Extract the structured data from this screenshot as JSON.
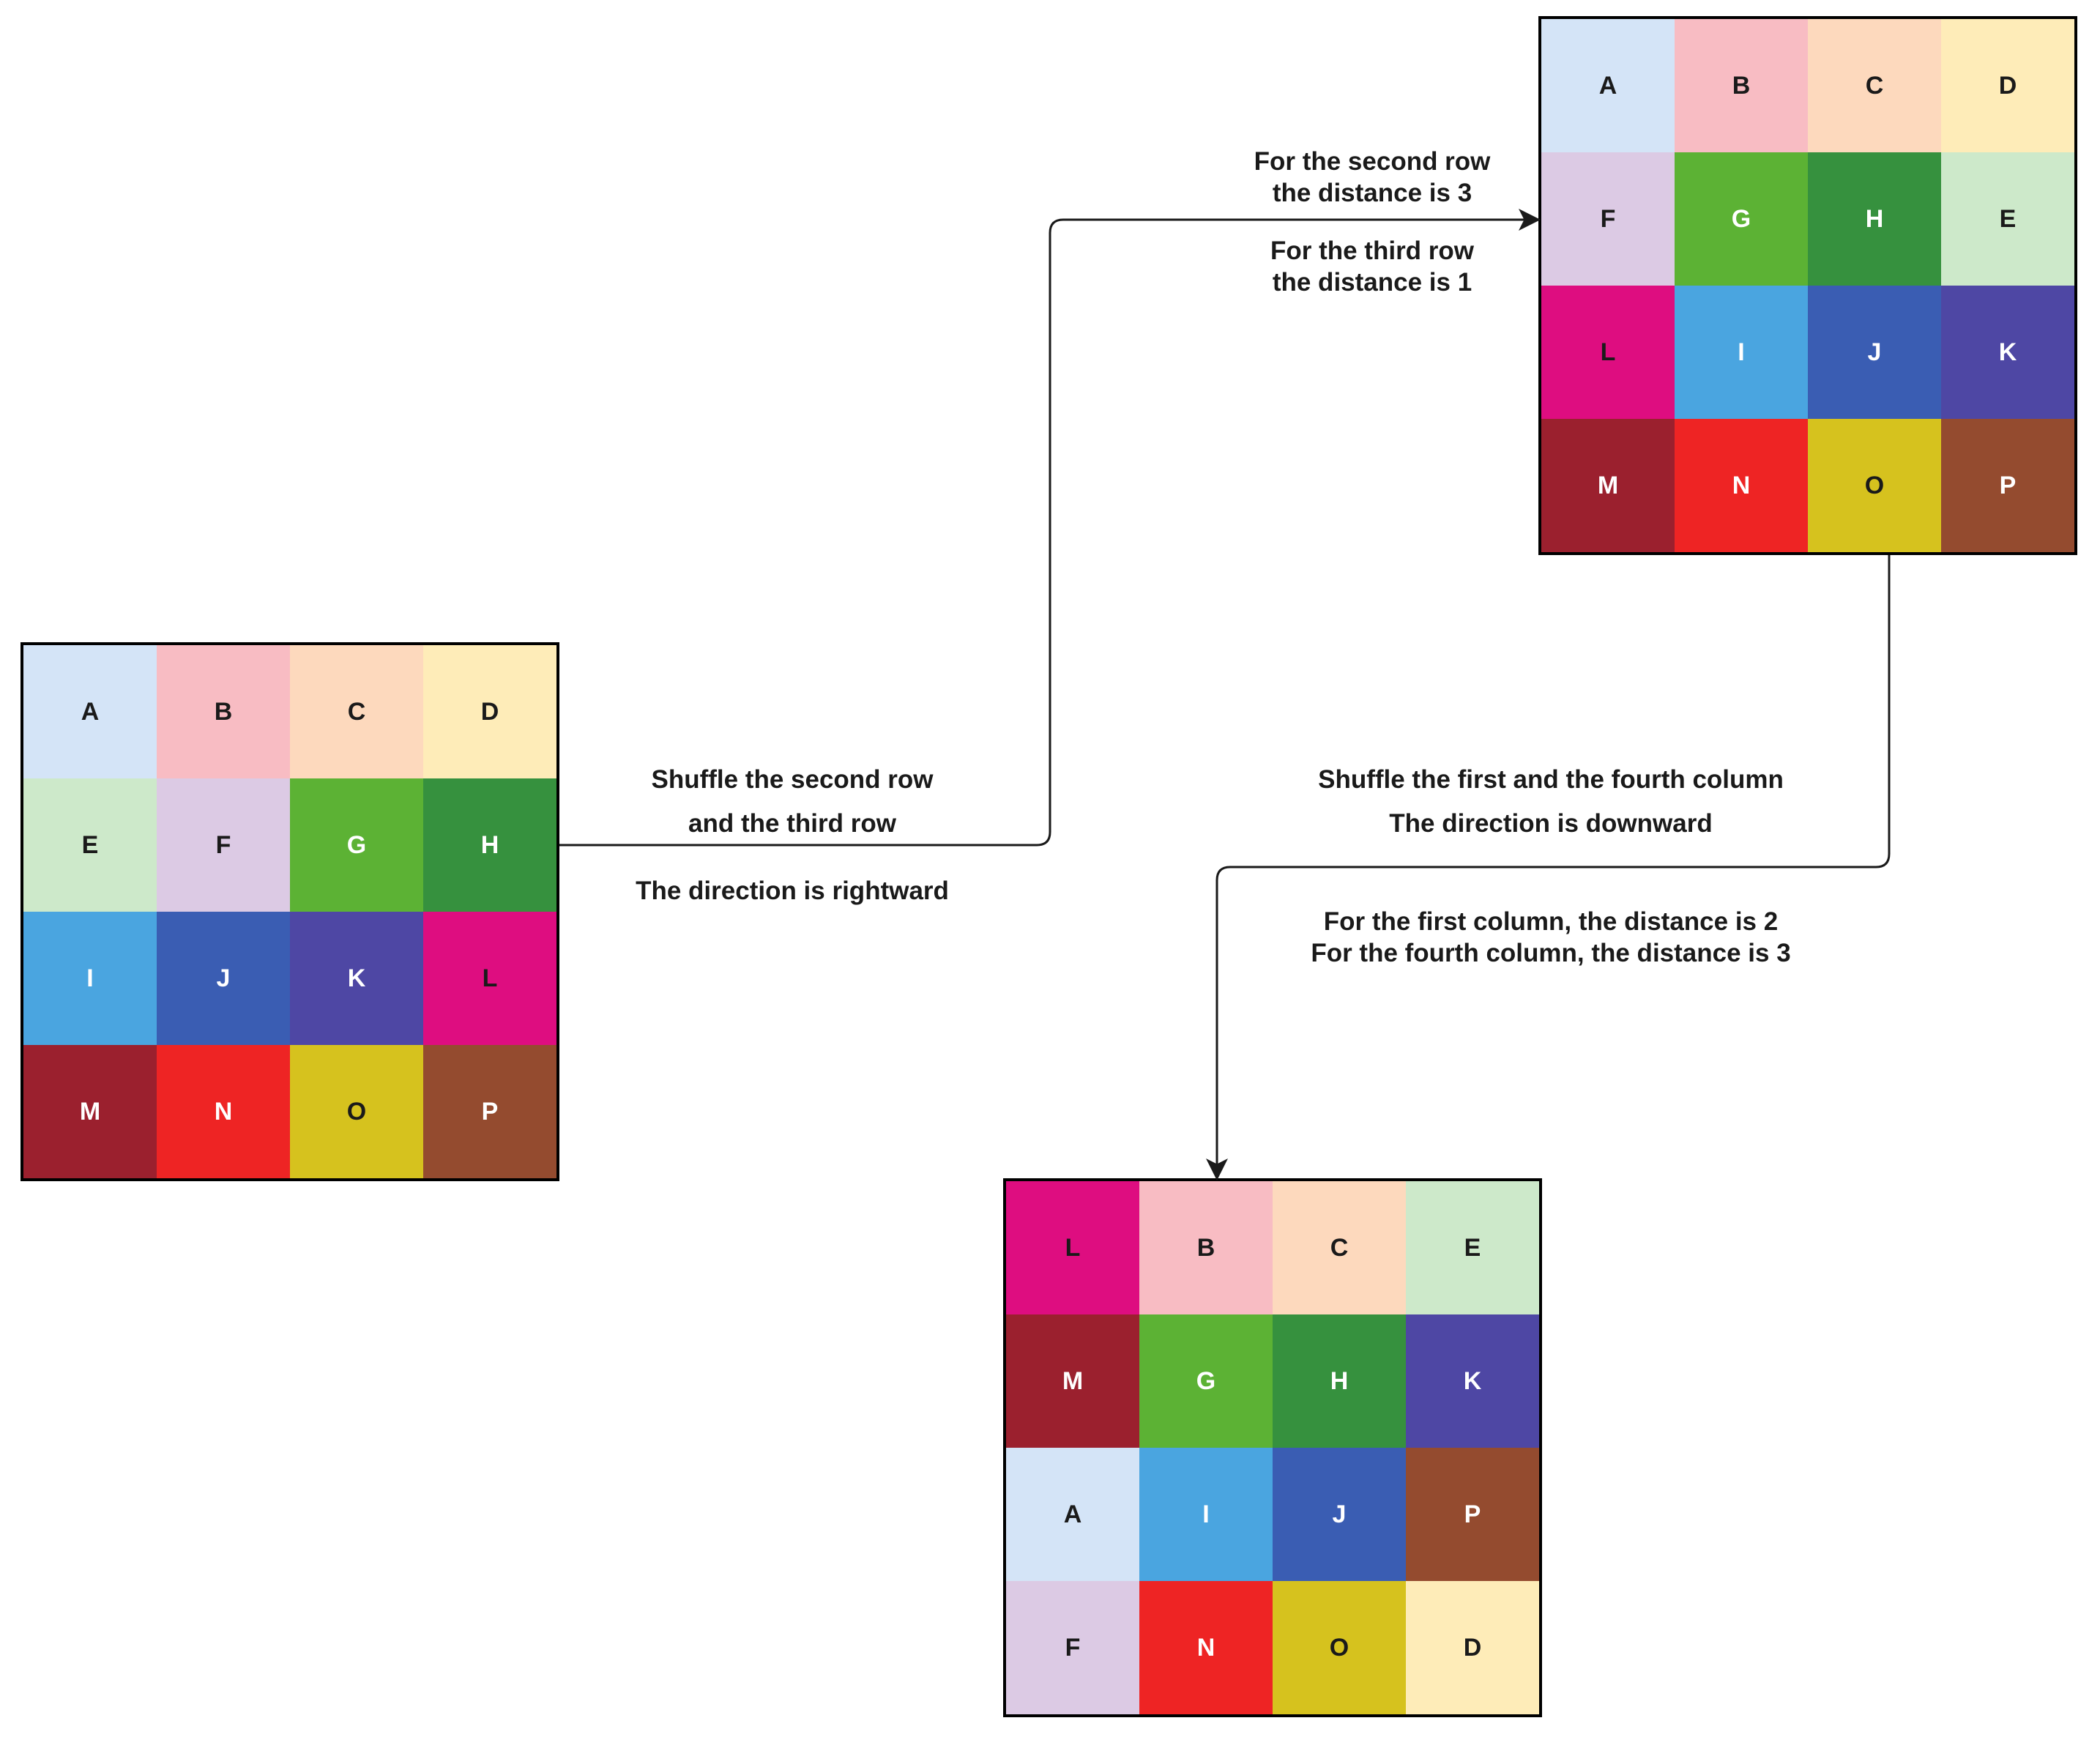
{
  "grids": {
    "initial": {
      "cells": [
        {
          "letter": "A",
          "bg": "#d4e4f7",
          "fg": "#1a1a1a"
        },
        {
          "letter": "B",
          "bg": "#f8bcc3",
          "fg": "#1a1a1a"
        },
        {
          "letter": "C",
          "bg": "#fdd9bd",
          "fg": "#1a1a1a"
        },
        {
          "letter": "D",
          "bg": "#feecb8",
          "fg": "#1a1a1a"
        },
        {
          "letter": "E",
          "bg": "#cde9ca",
          "fg": "#1a1a1a"
        },
        {
          "letter": "F",
          "bg": "#dccae4",
          "fg": "#1a1a1a"
        },
        {
          "letter": "G",
          "bg": "#5cb234",
          "fg": "#ffffff"
        },
        {
          "letter": "H",
          "bg": "#36913e",
          "fg": "#ffffff"
        },
        {
          "letter": "I",
          "bg": "#4aa5e0",
          "fg": "#ffffff"
        },
        {
          "letter": "J",
          "bg": "#3a5db3",
          "fg": "#ffffff"
        },
        {
          "letter": "K",
          "bg": "#4e47a4",
          "fg": "#ffffff"
        },
        {
          "letter": "L",
          "bg": "#de0d80",
          "fg": "#1a1a1a"
        },
        {
          "letter": "M",
          "bg": "#9b202e",
          "fg": "#ffffff"
        },
        {
          "letter": "N",
          "bg": "#ee2424",
          "fg": "#ffffff"
        },
        {
          "letter": "O",
          "bg": "#d6c21e",
          "fg": "#1a1a1a"
        },
        {
          "letter": "P",
          "bg": "#944b2f",
          "fg": "#ffffff"
        }
      ]
    },
    "after_row_shuffle": {
      "cells": [
        {
          "letter": "A",
          "bg": "#d4e4f7",
          "fg": "#1a1a1a"
        },
        {
          "letter": "B",
          "bg": "#f8bcc3",
          "fg": "#1a1a1a"
        },
        {
          "letter": "C",
          "bg": "#fdd9bd",
          "fg": "#1a1a1a"
        },
        {
          "letter": "D",
          "bg": "#feecb8",
          "fg": "#1a1a1a"
        },
        {
          "letter": "F",
          "bg": "#dccae4",
          "fg": "#1a1a1a"
        },
        {
          "letter": "G",
          "bg": "#5cb234",
          "fg": "#ffffff"
        },
        {
          "letter": "H",
          "bg": "#36913e",
          "fg": "#ffffff"
        },
        {
          "letter": "E",
          "bg": "#cde9ca",
          "fg": "#1a1a1a"
        },
        {
          "letter": "L",
          "bg": "#de0d80",
          "fg": "#1a1a1a"
        },
        {
          "letter": "I",
          "bg": "#4aa5e0",
          "fg": "#ffffff"
        },
        {
          "letter": "J",
          "bg": "#3a5db3",
          "fg": "#ffffff"
        },
        {
          "letter": "K",
          "bg": "#4e47a4",
          "fg": "#ffffff"
        },
        {
          "letter": "M",
          "bg": "#9b202e",
          "fg": "#ffffff"
        },
        {
          "letter": "N",
          "bg": "#ee2424",
          "fg": "#ffffff"
        },
        {
          "letter": "O",
          "bg": "#d6c21e",
          "fg": "#1a1a1a"
        },
        {
          "letter": "P",
          "bg": "#944b2f",
          "fg": "#ffffff"
        }
      ]
    },
    "final": {
      "cells": [
        {
          "letter": "L",
          "bg": "#de0d80",
          "fg": "#1a1a1a"
        },
        {
          "letter": "B",
          "bg": "#f8bcc3",
          "fg": "#1a1a1a"
        },
        {
          "letter": "C",
          "bg": "#fdd9bd",
          "fg": "#1a1a1a"
        },
        {
          "letter": "E",
          "bg": "#cde9ca",
          "fg": "#1a1a1a"
        },
        {
          "letter": "M",
          "bg": "#9b202e",
          "fg": "#ffffff"
        },
        {
          "letter": "G",
          "bg": "#5cb234",
          "fg": "#ffffff"
        },
        {
          "letter": "H",
          "bg": "#36913e",
          "fg": "#ffffff"
        },
        {
          "letter": "K",
          "bg": "#4e47a4",
          "fg": "#ffffff"
        },
        {
          "letter": "A",
          "bg": "#d4e4f7",
          "fg": "#1a1a1a"
        },
        {
          "letter": "I",
          "bg": "#4aa5e0",
          "fg": "#ffffff"
        },
        {
          "letter": "J",
          "bg": "#3a5db3",
          "fg": "#ffffff"
        },
        {
          "letter": "P",
          "bg": "#944b2f",
          "fg": "#ffffff"
        },
        {
          "letter": "F",
          "bg": "#dccae4",
          "fg": "#1a1a1a"
        },
        {
          "letter": "N",
          "bg": "#ee2424",
          "fg": "#ffffff"
        },
        {
          "letter": "O",
          "bg": "#d6c21e",
          "fg": "#1a1a1a"
        },
        {
          "letter": "D",
          "bg": "#feecb8",
          "fg": "#1a1a1a"
        }
      ]
    }
  },
  "labels": {
    "row_shuffle": {
      "line1": "Shuffle the second row",
      "line2": "and the third row",
      "direction": "The direction is rightward"
    },
    "row_distances": {
      "second_row_line1": "For the second row",
      "second_row_line2": "the distance is 3",
      "third_row_line1": "For the third row",
      "third_row_line2": "the distance is 1"
    },
    "column_shuffle": {
      "line1": "Shuffle the first and the fourth column",
      "direction": "The direction is downward"
    },
    "column_distances": {
      "first_column": "For the first column, the distance is 2",
      "fourth_column": "For the fourth column, the distance is 3"
    }
  },
  "colors": {
    "connector": "#1a1a1a",
    "grid_border": "#000000"
  }
}
